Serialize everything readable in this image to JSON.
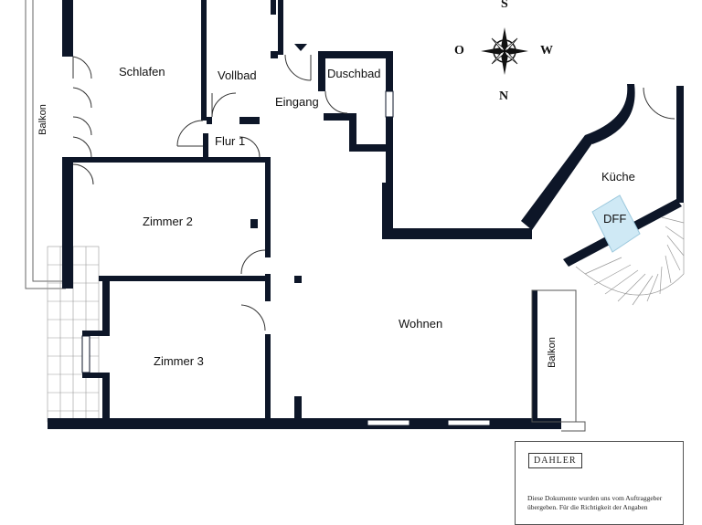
{
  "rooms": {
    "schlafen": "Schlafen",
    "vollbad": "Vollbad",
    "duschbad": "Duschbad",
    "eingang": "Eingang",
    "flur": "Flur 1",
    "kueche": "Küche",
    "zimmer2": "Zimmer 2",
    "zimmer3": "Zimmer 3",
    "wohnen": "Wohnen",
    "dff": "DFF",
    "balkon_left": "Balkon",
    "balkon_right": "Balkon"
  },
  "compass": {
    "top": "S",
    "left": "O",
    "right": "W",
    "bottom": "N"
  },
  "brand": {
    "logo": "DAHLER",
    "disclaimer": "Diese Dokumente wurden uns vom Auftraggeber übergeben. Für die Richtigkeit der Angaben"
  },
  "colors": {
    "wall": "#0d1628",
    "window": "#ffffff",
    "dff": "#cfe9f5"
  }
}
